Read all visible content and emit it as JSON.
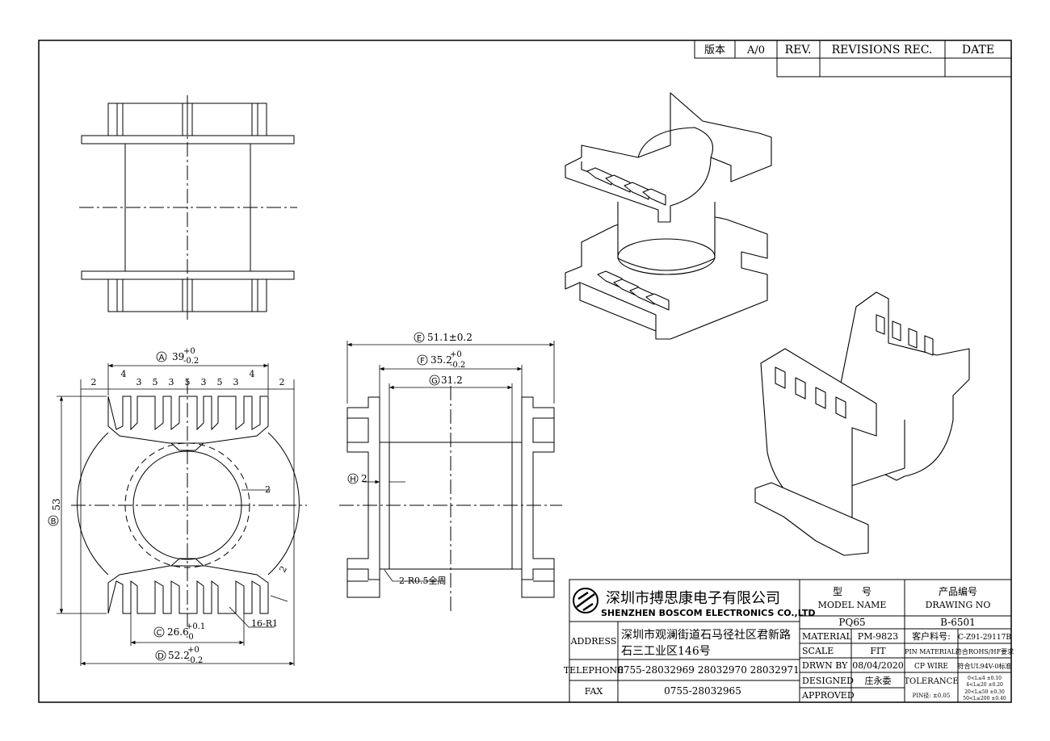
{
  "revision_block": {
    "version_label": "版本",
    "version_value": "A/0",
    "rev_label": "REV.",
    "revisions_label": "REVISIONS REC.",
    "date_label": "DATE"
  },
  "dimensions": {
    "a": "39",
    "a_tol_upper": "+0",
    "a_tol_lower": "-0.2",
    "a_circle": "A",
    "segments": [
      "2",
      "4",
      "3",
      "5",
      "3",
      "5",
      "3",
      "5",
      "3",
      "4",
      "2"
    ],
    "height": "53",
    "height_circle": "B",
    "gap": "2",
    "gap2": "2",
    "c": "26.6",
    "c_tol_upper": "+0.1",
    "c_tol_lower": "-0",
    "c_circle": "C",
    "radius_note": "16-R1",
    "d": "52.2",
    "d_tol_upper": "+0",
    "d_tol_lower": "-0.2",
    "d_circle": "D",
    "e": "51.1±0.2",
    "e_circle": "E",
    "f": "35.2",
    "f_tol_upper": "+0",
    "f_tol_lower": "-0.2",
    "f_circle": "F",
    "g": "31.2",
    "g_circle": "G",
    "h": "2",
    "h_circle": "H",
    "fillet_note": "2-R0.5全周"
  },
  "title_block": {
    "company_cn": "深圳市搏思康电子有限公司",
    "company_en": "SHENZHEN BOSCOM ELECTRONICS CO.,LTD",
    "model_label_cn": "型　　号",
    "model_label_en": "MODEL NAME",
    "model_value": "PQ65",
    "drawing_label_cn": "产品编号",
    "drawing_label_en": "DRAWING NO",
    "drawing_value": "B-6501",
    "address_label": "ADDRESS",
    "address_line1": "深圳市观澜街道石马径社区君新路",
    "address_line2": "石三工业区146号",
    "telephone_label": "TELEPHONE",
    "telephone_value": "0755-28032969 28032970 28032971",
    "fax_label": "FAX",
    "fax_value": "0755-28032965",
    "material_label": "MATERIAL",
    "material_value": "PM-9823",
    "scale_label": "SCALE",
    "scale_value": "FIT",
    "drawn_label": "DRWN BY",
    "drawn_value": "08/04/2020",
    "designed_label": "DESIGNED",
    "designed_value": "庄永委",
    "approved_label": "APPROVED",
    "customer_no_label": "客户料号:",
    "customer_no_value": "C-Z91-29117B",
    "pin_material_label": "PIN MATERIAL:",
    "pin_material_value": "符合ROHS/HF要求",
    "cp_wire_label": "CP WIRE",
    "cp_wire_value": "符合UL94V-0标准",
    "tolerance_label": "TOLERANCE",
    "pin_tol": "PIN径: ±0.05",
    "tol_lines": [
      "0<L≤4   ±0.10",
      "4<L≤20   ±0.20",
      "20<L≤50   ±0.30",
      "50<L≤200  ±0.40"
    ]
  }
}
